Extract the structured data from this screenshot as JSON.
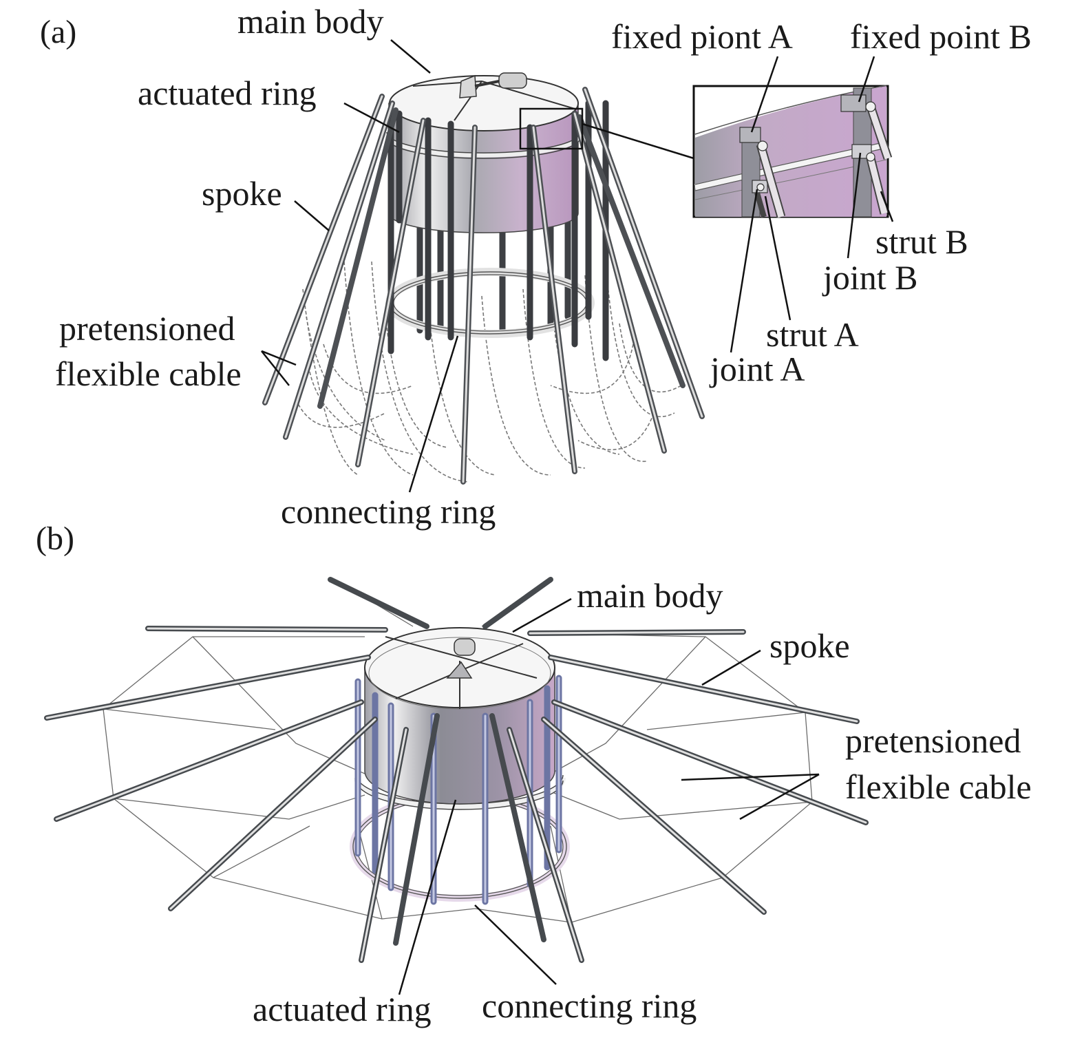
{
  "panel_a": {
    "tag": "(a)",
    "labels": {
      "main_body": "main body",
      "actuated_ring": "actuated ring",
      "spoke": "spoke",
      "cable_line1": "pretensioned",
      "cable_line2": "flexible cable",
      "connecting_ring": "connecting ring"
    },
    "inset": {
      "fixed_point_a": "fixed piont A",
      "fixed_point_b": "fixed point B",
      "strut_b": "strut B",
      "joint_b": "joint B",
      "strut_a": "strut A",
      "joint_a": "joint A"
    }
  },
  "panel_b": {
    "tag": "(b)",
    "labels": {
      "main_body": "main body",
      "spoke": "spoke",
      "cable_line1": "pretensioned",
      "cable_line2": "flexible cable",
      "actuated_ring": "actuated ring",
      "connecting_ring": "connecting ring"
    }
  },
  "colors": {
    "body_gray": "#b8b8be",
    "body_purple": "#c7a8c8",
    "spoke_dark": "#55585c",
    "strut_blue": "#7d86b0",
    "cable": "#707070"
  }
}
